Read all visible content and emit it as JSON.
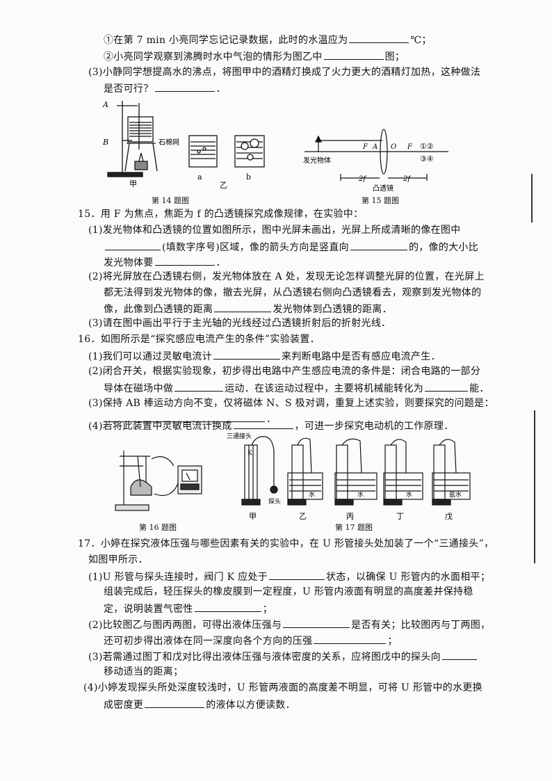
{
  "q14": {
    "l1a": "①在第 7 min 小亮同学忘记记录数据，此时的水温应为",
    "l1b": "℃；",
    "l2a": "②小亮同学观察到沸腾时水中气泡的情形为图乙中",
    "l2b": "图；",
    "l3": "(3)小静同学想提高水的沸点，将图甲中的酒精灯换成了火力更大的酒精灯加热，这种做法",
    "l4a": "是否可行？",
    "l4b": "．"
  },
  "fig14": {
    "label_A": "A",
    "label_B": "B",
    "label_net": "石棉网",
    "label_jia": "甲",
    "label_a": "a",
    "label_yi": "乙",
    "label_b": "b",
    "caption": "第 14 题图"
  },
  "fig15": {
    "label_F1": "F",
    "label_A": "A",
    "label_O": "O",
    "label_F2": "F",
    "label_12": "①②",
    "label_34": "③④",
    "label_object": "发光物体",
    "label_2f_left": "2f",
    "label_2f_right": "2f",
    "label_lens": "凸透镜",
    "caption": "第 15 题图"
  },
  "q15": {
    "l1": "15．用 F 为焦点，焦距为 f 的凸透镜探究成像规律，在实验中：",
    "l2": "(1)发光物体和凸透镜的位置如图所示，图中光屏未画出，光屏上所成清晰的像在图中",
    "l3a": "(填数字序号)区域，像的箭头方向是竖直向",
    "l3b": "的，像的大小比",
    "l4a": "发光物体要",
    "l4b": "．",
    "l5": "(2)将光屏放在凸透镜右侧，发光物体放在 A 处，发现无论怎样调整光屏的位置，在光屏上",
    "l6": "都无法得到发光物体的像，撤去光屏，从凸透镜右侧向凸透镜看去，观察到发光物体的",
    "l7a": "像，此像到凸透镜的距离",
    "l7b": "发光物体到凸透镜的距离．",
    "l8": "(3)请在图中画出平行于主光轴的光线经过凸透镜折射后的折射光线．"
  },
  "q16": {
    "l1": "16．如图所示是“探究感应电流产生的条件”实验装置．",
    "l2a": "(1)我们可以通过灵敏电流计",
    "l2b": "来判断电路中是否有感应电流产生．",
    "l3": "(2)闭合开关，根据实验现象，初步得出电路中产生感应电流的条件是：闭合电路的一部分",
    "l4a": "导体在磁场中做",
    "l4b": "运动．在该运动过程中，主要将机械能转化为",
    "l4c": "能．",
    "l5": "(3)保持 AB 棒运动方向不变，仅将磁体 N、S 极对调，重复上述实验，则要探究的问题是：",
    "l6": "．",
    "l7a": "(4)若将此装置中灵敏电流计换成",
    "l7b": "，可进一步探究电动机的工作原理．"
  },
  "fig16": {
    "caption": "第 16 题图"
  },
  "fig17": {
    "label_tee": "三通接头",
    "label_probe": "探头",
    "label_K": "K",
    "label_water": "水",
    "label_brine": "盐水",
    "label_jia": "甲",
    "label_yi": "乙",
    "label_bing": "丙",
    "label_ding": "丁",
    "label_wu": "戊",
    "caption": "第 17 题图"
  },
  "q17": {
    "l1": "17．小婷在探究液体压强与哪些因素有关的实验中，在 U 形管接头处加装了一个“三通接头”，",
    "l2": "如图甲所示．",
    "l3a": "(1)U 形管与探头连接时，阀门 K 应处于",
    "l3b": "状态，以确保 U 形管内的水面相平；",
    "l4": "组装完成后，轻压探头的橡皮膜到一定程度，U 形管内液面有明显的高度差并保持稳",
    "l5a": "定，说明装置气密性",
    "l5b": "；",
    "l6a": "(2)比较图乙与图丙两图，可得出液体压强与",
    "l6b": "是否有关；比较图丙与丁两图，",
    "l7a": "还可初步得出液体在同一深度向各个方向的压强",
    "l7b": "；",
    "l8": "(3)若需通过图丁和戊对比得出液体压强与液体密度的关系，应将图戊中的探头向",
    "l9": "移动适当的距离；",
    "l10": "(4)小婷发现探头所处深度较浅时，U 形管两液面的高度差不明显，可将 U 形管中的水更换",
    "l11a": "成密度更",
    "l11b": "的液体以方便读数．"
  }
}
